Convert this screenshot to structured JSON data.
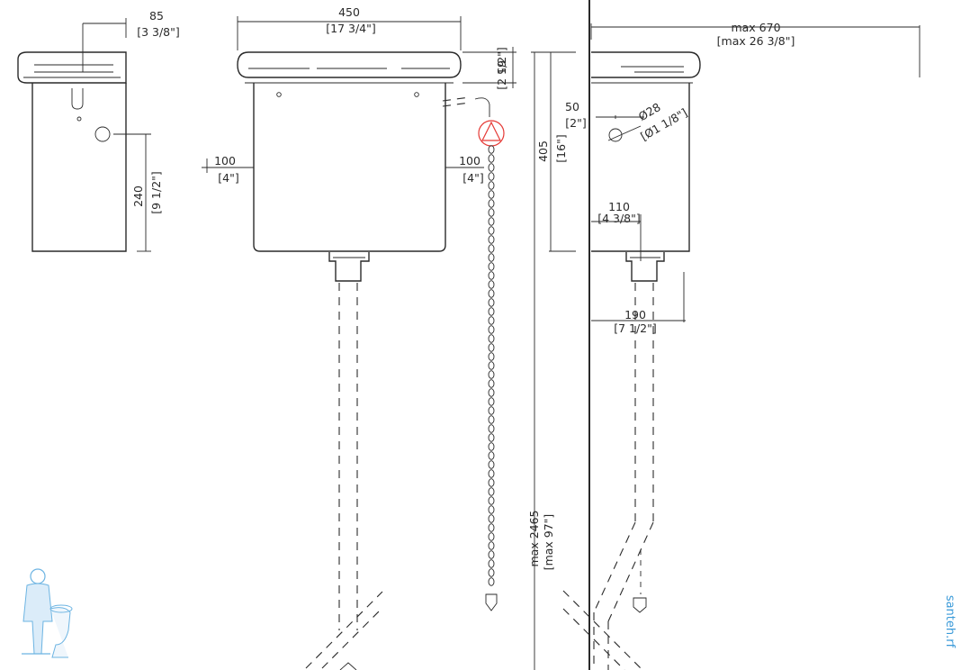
{
  "dimensions": {
    "side_depth": {
      "mm": "85",
      "in": "[3 3/8\"]"
    },
    "front_width": {
      "mm": "450",
      "in": "[17 3/4\"]"
    },
    "lid_height": {
      "mm": "65",
      "in": "[2 1/2\"]"
    },
    "side_height_240": {
      "mm": "240",
      "in": "[9 1/2\"]"
    },
    "front_left_100": {
      "mm": "100",
      "in": "[4\"]"
    },
    "front_right_100": {
      "mm": "100",
      "in": "[4\"]"
    },
    "tank_height": {
      "mm": "405",
      "in": "[16\"]"
    },
    "offset_50": {
      "mm": "50",
      "in": "[2\"]"
    },
    "inlet_diameter": {
      "mm": "Ø28",
      "in": "[Ø1 1/8\"]"
    },
    "outlet_110": {
      "mm": "110",
      "in": "[4 3/8\"]"
    },
    "projection_190": {
      "mm": "190",
      "in": "[7 1/2\"]"
    },
    "max_projection": {
      "mm": "max 670",
      "in": "[max 26 3/8\"]"
    },
    "max_height": {
      "mm": "max 2465",
      "in": "[max 97\"]"
    }
  },
  "watermark": {
    "text": "santeh.rf"
  },
  "colors": {
    "line": "#2a2a2a",
    "accent": "#e53935",
    "watermark": "#3c9bd9"
  }
}
